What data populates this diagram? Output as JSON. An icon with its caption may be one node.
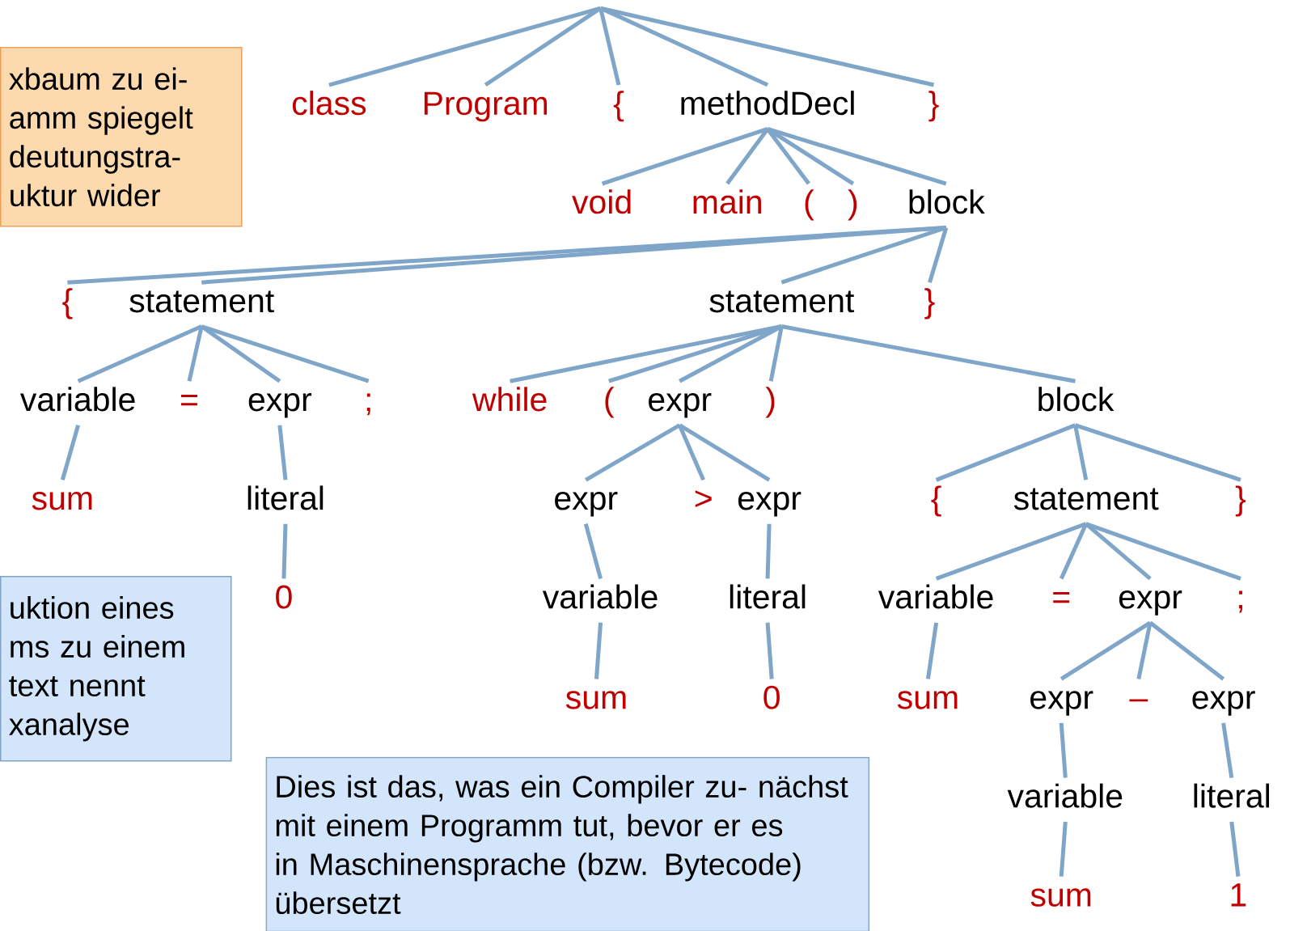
{
  "diagram": {
    "nodes": [
      {
        "text": [
          "class"
        ]
      },
      {
        "text": [
          "Program"
        ]
      },
      {
        "text": [
          "{"
        ]
      },
      {
        "text": [
          "methodDecl"
        ]
      },
      {
        "text": [
          "}"
        ]
      },
      {
        "text": [
          "void"
        ]
      },
      {
        "text": [
          "main"
        ]
      },
      {
        "text": [
          "("
        ]
      },
      {
        "text": [
          ")"
        ]
      },
      {
        "text": [
          "block"
        ]
      },
      {
        "text": [
          "{"
        ]
      },
      {
        "text": [
          "statement"
        ]
      },
      {
        "text": [
          "statement"
        ]
      },
      {
        "text": [
          "}"
        ]
      },
      {
        "text": [
          "variable"
        ]
      },
      {
        "text": [
          "="
        ]
      },
      {
        "text": [
          "expr"
        ]
      },
      {
        "text": [
          ";"
        ]
      },
      {
        "text": [
          "while"
        ]
      },
      {
        "text": [
          "("
        ]
      },
      {
        "text": [
          "expr"
        ]
      },
      {
        "text": [
          ")"
        ]
      },
      {
        "text": [
          "block"
        ]
      },
      {
        "text": [
          "sum"
        ]
      },
      {
        "text": [
          "literal"
        ]
      },
      {
        "text": [
          "expr"
        ]
      },
      {
        "text": [
          ">"
        ]
      },
      {
        "text": [
          "expr"
        ]
      },
      {
        "text": [
          "{"
        ]
      },
      {
        "text": [
          "statement"
        ]
      },
      {
        "text": [
          "}"
        ]
      },
      {
        "text": [
          "0"
        ]
      },
      {
        "text": [
          "variable"
        ]
      },
      {
        "text": [
          "literal"
        ]
      },
      {
        "text": [
          "variable"
        ]
      },
      {
        "text": [
          "="
        ]
      },
      {
        "text": [
          "expr"
        ]
      },
      {
        "text": [
          ";"
        ]
      },
      {
        "text": [
          "sum"
        ]
      },
      {
        "text": [
          "0"
        ]
      },
      {
        "text": [
          "sum"
        ]
      },
      {
        "text": [
          "expr"
        ]
      },
      {
        "text": [
          "–"
        ]
      },
      {
        "text": [
          "expr"
        ]
      },
      {
        "text": [
          "variable"
        ]
      },
      {
        "text": [
          "literal"
        ]
      },
      {
        "text": [
          "sum"
        ]
      },
      {
        "text": [
          "1"
        ]
      },
      {
        "text": [
          "xbaum zu ei- amm spiegelt deutungstra- uktur wider"
        ]
      },
      {
        "text": [
          "uktion eines ms zu einem text nennt xanalyse"
        ]
      },
      {
        "text": [
          "Dies ist das, was ein Compiler zu- nächst mit einem Programm tut, bevor er es in Maschinensprache (bzw. Bytecode) übersetzt"
        ]
      }
    ],
    "edges": [
      {
        "from": null,
        "to": 0,
        "arrow": "none"
      },
      {
        "from": null,
        "to": 1,
        "arrow": "none"
      },
      {
        "from": null,
        "to": 2,
        "arrow": "none"
      },
      {
        "from": null,
        "to": 3,
        "arrow": "none"
      },
      {
        "from": null,
        "to": 4,
        "arrow": "none"
      },
      {
        "from": 3,
        "to": 5,
        "arrow": "none"
      },
      {
        "from": 3,
        "to": 6,
        "arrow": "none"
      },
      {
        "from": 3,
        "to": 7,
        "arrow": "none"
      },
      {
        "from": 3,
        "to": 8,
        "arrow": "none"
      },
      {
        "from": 3,
        "to": 9,
        "arrow": "none"
      },
      {
        "from": 9,
        "to": 10,
        "arrow": "none"
      },
      {
        "from": 9,
        "to": 11,
        "arrow": "none"
      },
      {
        "from": 9,
        "to": 12,
        "arrow": "none"
      },
      {
        "from": 9,
        "to": 13,
        "arrow": "none"
      },
      {
        "from": 11,
        "to": 14,
        "arrow": "none"
      },
      {
        "from": 11,
        "to": 15,
        "arrow": "none"
      },
      {
        "from": 11,
        "to": 16,
        "arrow": "none"
      },
      {
        "from": 11,
        "to": 17,
        "arrow": "none"
      },
      {
        "from": 12,
        "to": 18,
        "arrow": "none"
      },
      {
        "from": 12,
        "to": 19,
        "arrow": "none"
      },
      {
        "from": 12,
        "to": 20,
        "arrow": "none"
      },
      {
        "from": 12,
        "to": 21,
        "arrow": "none"
      },
      {
        "from": 12,
        "to": 22,
        "arrow": "none"
      },
      {
        "from": 14,
        "to": 23,
        "arrow": "none"
      },
      {
        "from": 16,
        "to": 24,
        "arrow": "none"
      },
      {
        "from": 20,
        "to": 25,
        "arrow": "none"
      },
      {
        "from": 20,
        "to": 26,
        "arrow": "none"
      },
      {
        "from": 20,
        "to": 27,
        "arrow": "none"
      },
      {
        "from": 22,
        "to": 28,
        "arrow": "none"
      },
      {
        "from": 22,
        "to": 29,
        "arrow": "none"
      },
      {
        "from": 22,
        "to": 30,
        "arrow": "none"
      },
      {
        "from": 24,
        "to": 31,
        "arrow": "none"
      },
      {
        "from": 25,
        "to": 32,
        "arrow": "none"
      },
      {
        "from": 27,
        "to": 33,
        "arrow": "none"
      },
      {
        "from": 29,
        "to": 34,
        "arrow": "none"
      },
      {
        "from": 29,
        "to": 35,
        "arrow": "none"
      },
      {
        "from": 29,
        "to": 36,
        "arrow": "none"
      },
      {
        "from": 29,
        "to": 37,
        "arrow": "none"
      },
      {
        "from": 32,
        "to": 38,
        "arrow": "none"
      },
      {
        "from": 33,
        "to": 39,
        "arrow": "none"
      },
      {
        "from": 34,
        "to": 40,
        "arrow": "none"
      },
      {
        "from": 36,
        "to": 41,
        "arrow": "none"
      },
      {
        "from": 36,
        "to": 42,
        "arrow": "none"
      },
      {
        "from": 36,
        "to": 43,
        "arrow": "none"
      },
      {
        "from": 41,
        "to": 44,
        "arrow": "none"
      },
      {
        "from": 43,
        "to": 45,
        "arrow": "none"
      },
      {
        "from": 44,
        "to": 46,
        "arrow": "none"
      },
      {
        "from": 45,
        "to": 47,
        "arrow": "none"
      }
    ]
  }
}
